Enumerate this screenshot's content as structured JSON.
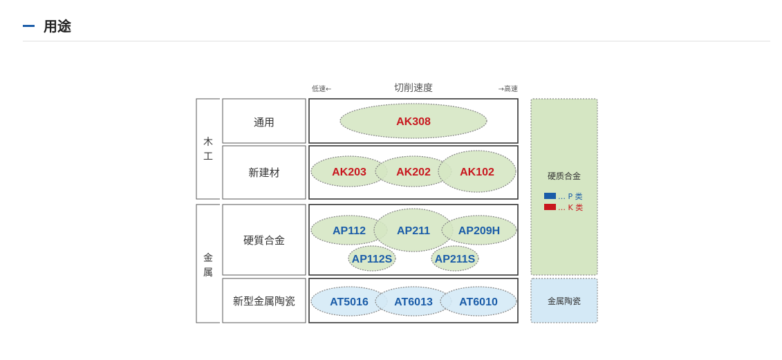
{
  "header": {
    "title": "用途"
  },
  "axis": {
    "low": "低速←",
    "title": "切削速度",
    "high": "→高速"
  },
  "groups": [
    {
      "label": "木工"
    },
    {
      "label": "金属"
    }
  ],
  "rows": [
    {
      "label": "通用",
      "grades": [
        {
          "name": "AK308",
          "kind": "K"
        }
      ]
    },
    {
      "label": "新建材",
      "grades": [
        {
          "name": "AK203",
          "kind": "K"
        },
        {
          "name": "AK202",
          "kind": "K"
        },
        {
          "name": "AK102",
          "kind": "K"
        }
      ]
    },
    {
      "label": "硬質合金",
      "grades": [
        {
          "name": "AP112",
          "kind": "P"
        },
        {
          "name": "AP211",
          "kind": "P"
        },
        {
          "name": "AP209H",
          "kind": "P"
        },
        {
          "name": "AP112S",
          "kind": "P"
        },
        {
          "name": "AP211S",
          "kind": "P"
        }
      ]
    },
    {
      "label": "新型金属陶瓷",
      "grades": [
        {
          "name": "AT5016",
          "kind": "P"
        },
        {
          "name": "AT6013",
          "kind": "P"
        },
        {
          "name": "AT6010",
          "kind": "P"
        }
      ]
    }
  ],
  "materials": {
    "carbide": {
      "label": "硬质合金",
      "fill": "#d5e6c3"
    },
    "cermet": {
      "label": "金属陶瓷",
      "fill": "#d4e9f6"
    }
  },
  "legend": [
    {
      "text": "… P 类",
      "color": "#1a5ca8"
    },
    {
      "text": "… K 类",
      "color": "#c8161e"
    }
  ],
  "colors": {
    "p_text": "#1a5ca8",
    "k_text": "#c8161e",
    "ellipse_stroke": "#8a8a8a"
  }
}
